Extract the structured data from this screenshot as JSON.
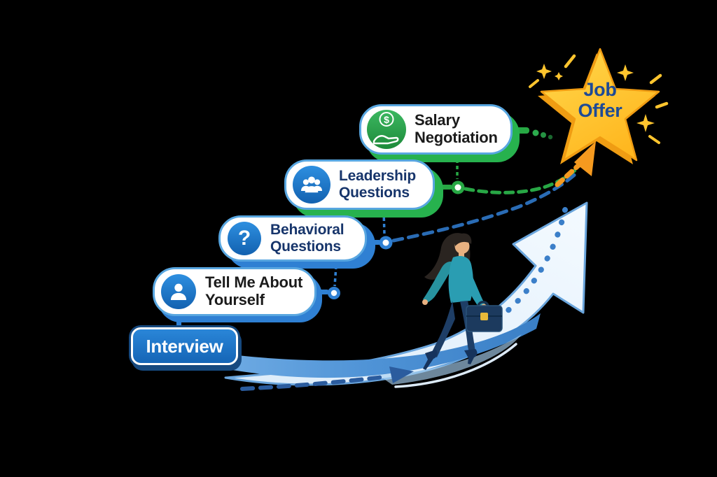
{
  "milestones": {
    "interview": {
      "label": "Interview"
    },
    "tell_me": {
      "label": "Tell Me About Yourself",
      "icon": "person-icon"
    },
    "behavioral": {
      "label": "Behavioral Questions",
      "icon": "question-mark-icon"
    },
    "leadership": {
      "label": "Leadership Questions",
      "icon": "people-group-icon"
    },
    "salary": {
      "label": "Salary Negotiation",
      "icon": "hand-holding-dollar-icon"
    },
    "goal": {
      "label": "Job Offer",
      "icon": "star"
    }
  },
  "icon_glyphs": {
    "question_mark": "?",
    "dollar_sign": "$"
  },
  "colors": {
    "background": "#000000",
    "primary_blue": "#1a73c8",
    "pill_border_blue": "#58a6e0",
    "shadow_blue": "#2f80d3",
    "green": "#27a844",
    "star_gold": "#ffc52e",
    "star_text_navy": "#1d4a96",
    "dark_text": "#1b1b1b",
    "navy_text": "#17356b",
    "orange_arrow": "#f59a1f",
    "big_arrow_fill": "#e8f2fc",
    "big_arrow_outline": "#6aa5dc",
    "ribbon_blue": "#4f93d6"
  }
}
